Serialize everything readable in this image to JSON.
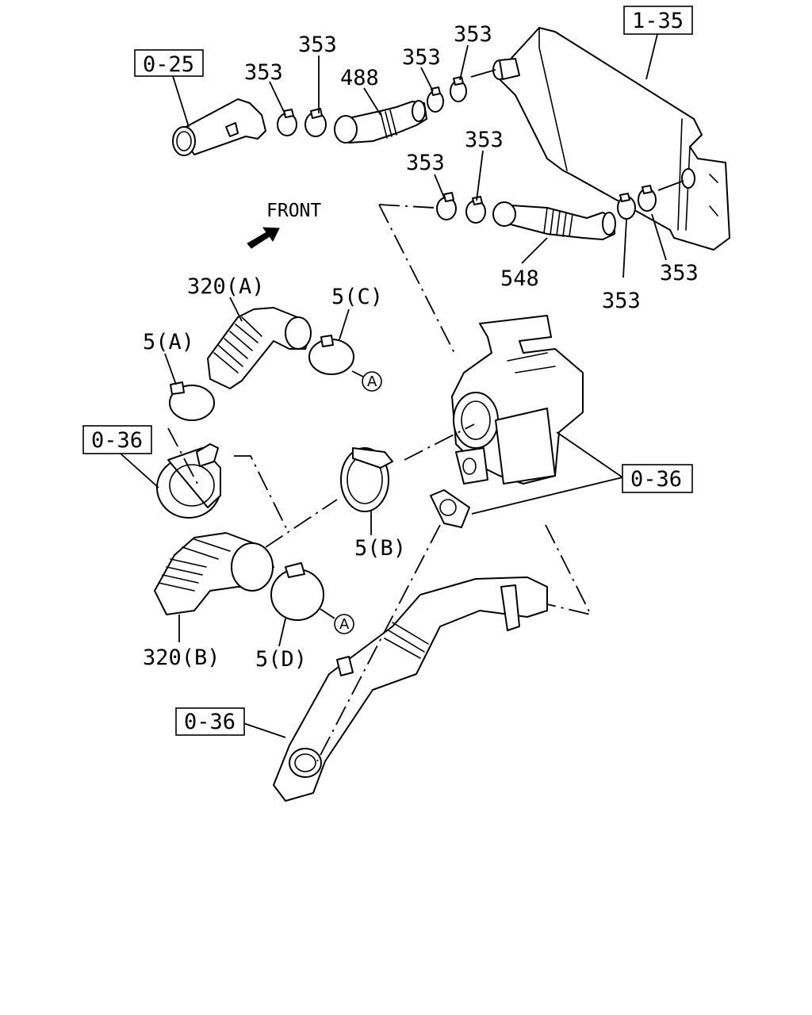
{
  "refs": {
    "r025": "0-25",
    "r135": "1-35",
    "r036a": "0-36",
    "r036b": "0-36",
    "r036c": "0-36"
  },
  "labels": {
    "p353_1": "353",
    "p353_2": "353",
    "p353_3": "353",
    "p353_4": "353",
    "p353_5": "353",
    "p353_6": "353",
    "p353_7": "353",
    "p353_8": "353",
    "p488": "488",
    "p548": "548",
    "p320a": "320(A)",
    "p320b": "320(B)",
    "p5a": "5(A)",
    "p5b": "5(B)",
    "p5c": "5(C)",
    "p5d": "5(D)",
    "front": "FRONT",
    "markA1": "A",
    "markA2": "A"
  }
}
